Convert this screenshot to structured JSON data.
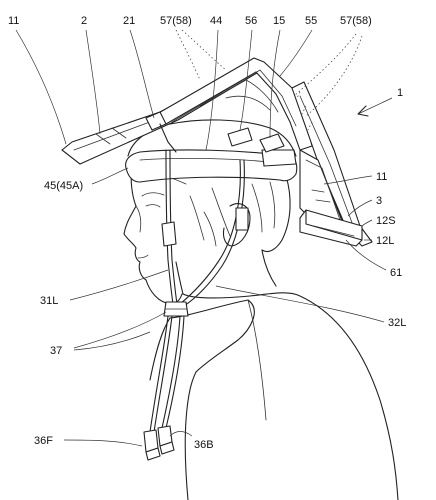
{
  "labels": {
    "l11a": "11",
    "l2": "2",
    "l21": "21",
    "l57a": "57(58)",
    "l44": "44",
    "l56": "56",
    "l15": "15",
    "l55": "55",
    "l57b": "57(58)",
    "l1": "1",
    "l45": "45(45A)",
    "l11b": "11",
    "l3": "3",
    "l12s": "12S",
    "l12l": "12L",
    "l61": "61",
    "l31l": "31L",
    "l32l": "32L",
    "l37": "37",
    "l36f": "36F",
    "l36b": "36B"
  },
  "colors": {
    "line": "#222222",
    "background": "#ffffff"
  }
}
